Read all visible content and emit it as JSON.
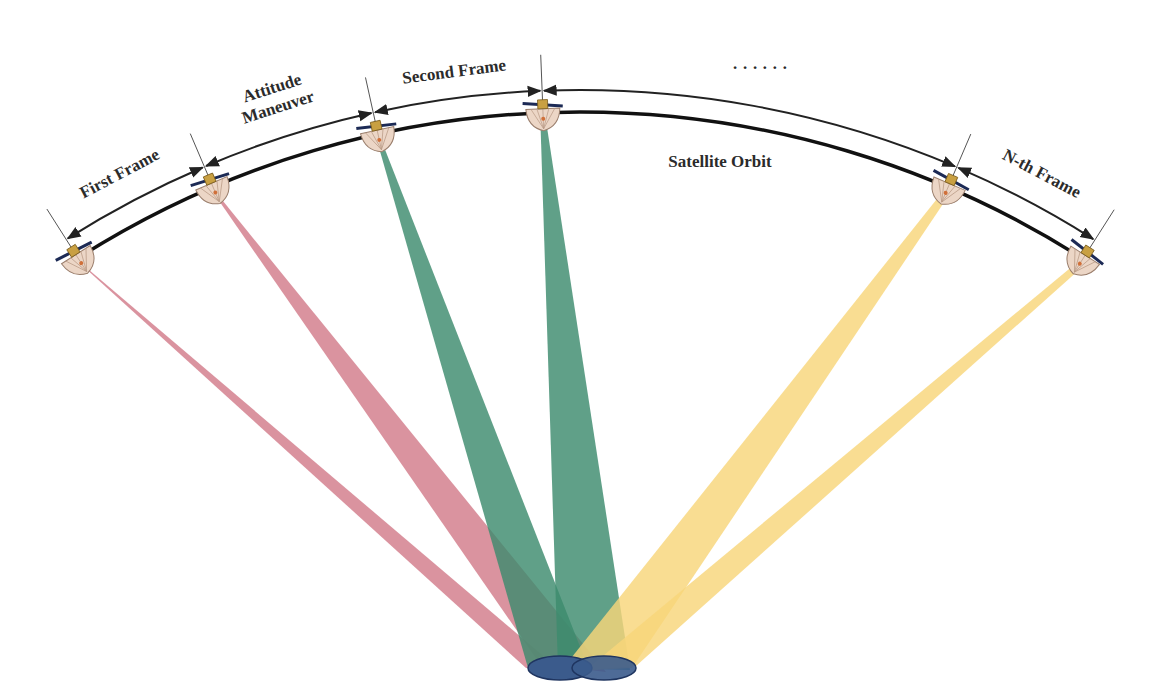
{
  "diagram": {
    "labels": [
      "First Frame",
      "Attitude Maneuver",
      "Second Frame",
      "· · ·  · · ·",
      "N-th Frame",
      "Satellite Orbit"
    ]
  }
}
